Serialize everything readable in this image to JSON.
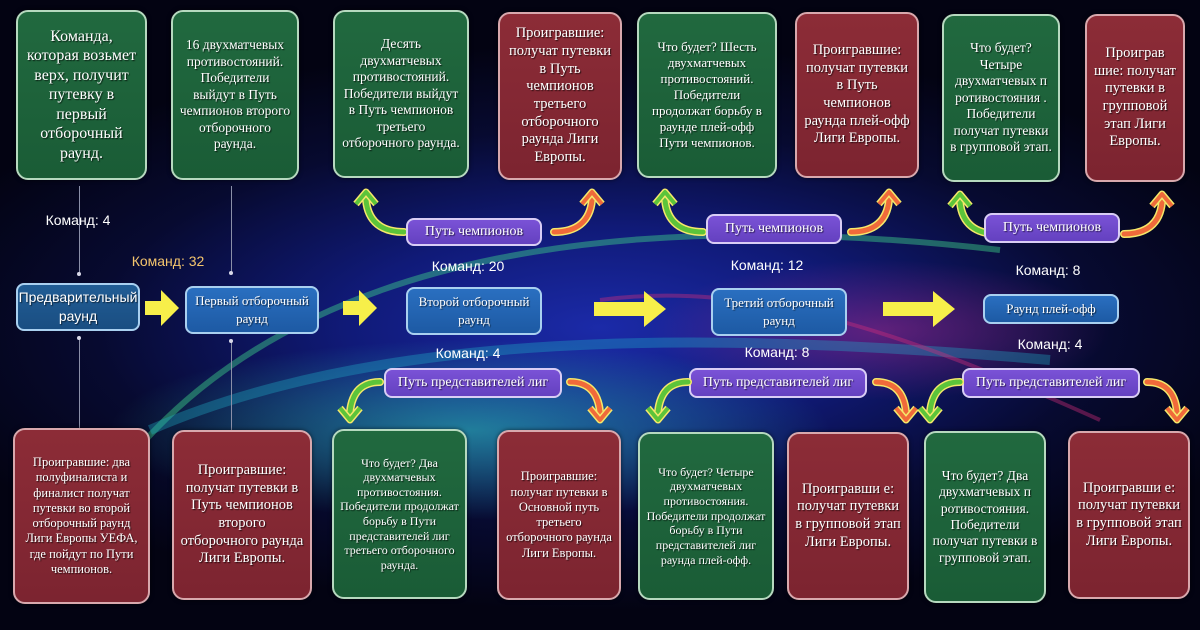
{
  "colors": {
    "winner_card": "#1f663c",
    "loser_card": "#852933",
    "stage_box": "#2466b2",
    "path_box": "#6e49cc",
    "flow_arrow": "#f7ef4a",
    "up_arrow_winner": "#5cc43a",
    "up_arrow_loser": "#f06a3a",
    "count_highlight": "#f4c56d"
  },
  "stages": [
    {
      "label": "Предварительный раунд"
    },
    {
      "label": "Первый отборочный раунд"
    },
    {
      "label": "Второй отборочный раунд"
    },
    {
      "label": "Третий отборочный раунд"
    },
    {
      "label": "Раунд плей-офф"
    }
  ],
  "counts": {
    "preliminary": "Команд: 4",
    "first": "Команд: 32",
    "second_champions": "Команд: 20",
    "second_league": "Команд: 4",
    "third_champions": "Команд: 12",
    "third_league": "Команд: 8",
    "playoff_champions": "Команд: 8",
    "playoff_league": "Команд: 4"
  },
  "paths": {
    "champions": "Путь чемпионов",
    "league": "Путь представителей лиг"
  },
  "top_cards": [
    {
      "type": "winner",
      "text": "Команда, которая возьмет верх, получит путевку в первый отборочный раунд."
    },
    {
      "type": "winner",
      "text": "16 двухматчевых противостояний. Победители выйдут в Путь чемпионов второго отборочного раунда."
    },
    {
      "type": "winner",
      "text": "Десять двухматчевых противостояний. Победители выйдут в Путь чемпионов третьего отборочного раунда."
    },
    {
      "type": "loser",
      "text": "Проигравшие: получат путевки в Путь чемпионов третьего отборочного раунда Лиги Европы."
    },
    {
      "type": "winner",
      "text": "Что будет? Шесть двухматчевых противостояний. Победители продолжат борьбу в раунде плей-офф Пути чемпионов."
    },
    {
      "type": "loser",
      "text": "Проигравшие: получат путевки в Путь чемпионов раунда плей-офф Лиги Европы."
    },
    {
      "type": "winner",
      "text": "Что будет? Четыре двухматчевых п ротивостояния . Победители получат путевки в групповой этап."
    },
    {
      "type": "loser",
      "text": "Проиграв шие: получат путевки в групповой этап Лиги Европы."
    }
  ],
  "bottom_cards": [
    {
      "type": "loser",
      "text": "Проигравшие: два полуфиналиста и финалист получат путевки во второй отборочный раунд Лиги Европы УЕФА, где пойдут по Пути чемпионов."
    },
    {
      "type": "loser",
      "text": "Проигравшие: получат путевки в Путь чемпионов второго отборочного раунда Лиги Европы."
    },
    {
      "type": "winner",
      "text": "Что будет? Два двухматчевых противостояния. Победители продолжат борьбу в Пути представителей лиг третьего отборочного раунда."
    },
    {
      "type": "loser",
      "text": "Проигравшие: получат путевки в Основной путь третьего отборочного раунда Лиги Европы."
    },
    {
      "type": "winner",
      "text": "Что будет? Четыре двухматчевых противостояния. Победители продолжат борьбу в Пути представителей лиг раунда плей-офф."
    },
    {
      "type": "loser",
      "text": "Проигравши е: получат путевки в групповой этап Лиги Европы."
    },
    {
      "type": "winner",
      "text": "Что будет? Два двухматчевых п ротивостояния. Победители получат путевки в групповой этап."
    },
    {
      "type": "loser",
      "text": "Проигравши е: получат путевки в групповой этап Лиги Европы."
    }
  ]
}
